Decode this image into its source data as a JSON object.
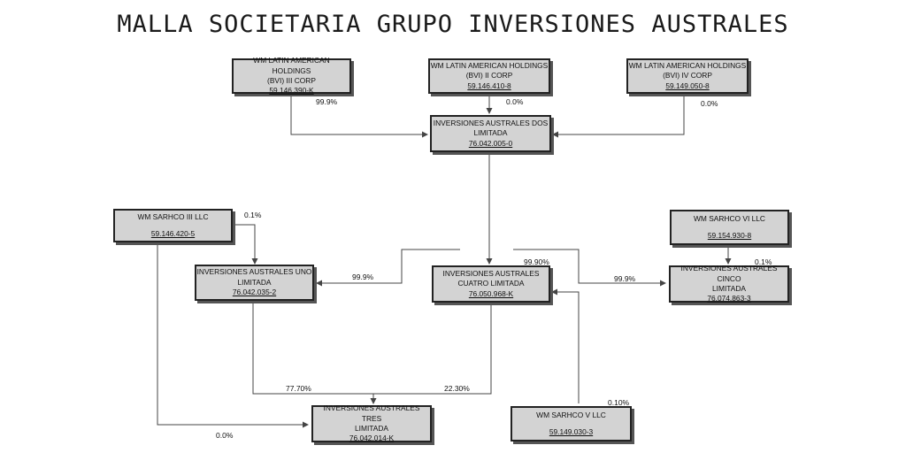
{
  "title": "MALLA SOCIETARIA GRUPO INVERSIONES AUSTRALES",
  "entities": {
    "wm_lah_iii": {
      "l1": "WM LATIN AMERICAN HOLDINGS",
      "l2": "(BVI) III CORP",
      "rut": "59.146.390-K"
    },
    "wm_lah_ii": {
      "l1": "WM LATIN AMERICAN HOLDINGS",
      "l2": "(BVI) II CORP",
      "rut": "59.146.410-8"
    },
    "wm_lah_iv": {
      "l1": "WM LATIN AMERICAN HOLDINGS",
      "l2": "(BVI) IV CORP",
      "rut": "59.149.050-8"
    },
    "ia_dos": {
      "l1": "INVERSIONES AUSTRALES DOS",
      "l2": "LIMITADA",
      "rut": "76.042.005-0"
    },
    "wm_sarhco_iii": {
      "l1": "WM SARHCO III LLC",
      "rut": "59.146.420-5"
    },
    "wm_sarhco_vi": {
      "l1": "WM SARHCO VI LLC",
      "rut": "59.154.930-8"
    },
    "ia_uno": {
      "l1": "INVERSIONES AUSTRALES UNO",
      "l2": "LIMITADA",
      "rut": "76.042.035-2"
    },
    "ia_cuatro": {
      "l1": "INVERSIONES AUSTRALES",
      "l2": "CUATRO LIMITADA",
      "rut": "76.050.968-K"
    },
    "ia_cinco": {
      "l1": "INVERSIONES AUSTRALES CINCO",
      "l2": "LIMITADA",
      "rut": "76.074.863-3"
    },
    "ia_tres": {
      "l1": "INVERSIONES AUSTRALES TRES",
      "l2": "LIMITADA",
      "rut": "76.042.014-K"
    },
    "wm_sarhco_v": {
      "l1": "WM SARHCO V LLC",
      "rut": "59.149.030-3"
    }
  },
  "ownership": {
    "lah_iii_to_dos": "99.9%",
    "lah_ii_to_dos": "0.0%",
    "lah_iv_to_dos": "0.0%",
    "sarhco_iii_to_uno": "0.1%",
    "sarhco_iii_to_tres": "0.0%",
    "sarhco_vi_to_cinco": "0.1%",
    "cuatro_to_uno": "99.9%",
    "dos_to_cuatro": "99.90%",
    "cuatro_to_cinco": "99.9%",
    "uno_to_tres": "77.70%",
    "cuatro_to_tres": "22.30%",
    "sarhco_v_to_cuatro": "0.10%"
  },
  "colors": {
    "box_fill": "#d3d3d3",
    "line": "#444444"
  }
}
